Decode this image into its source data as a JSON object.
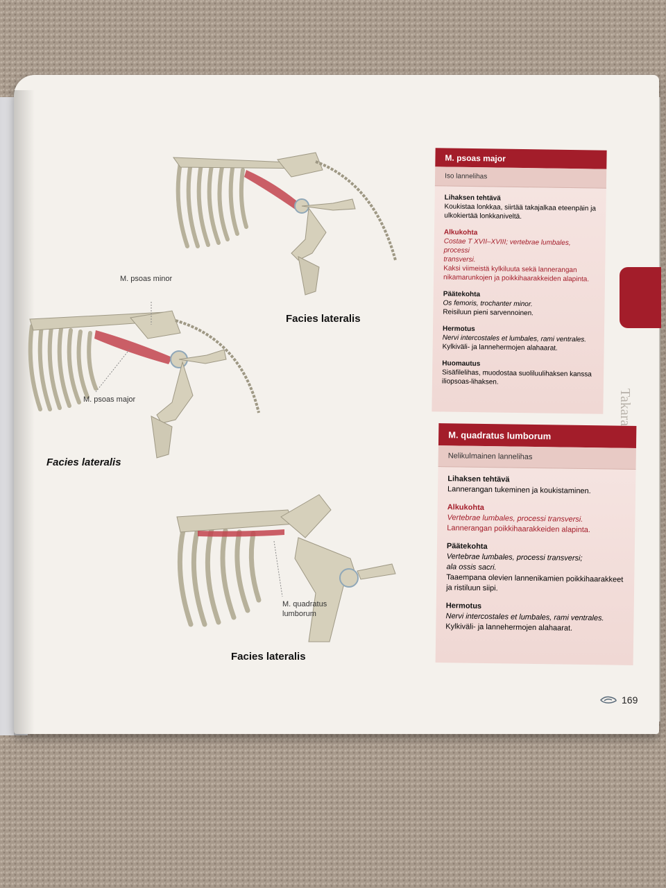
{
  "figures": [
    {
      "label": "Facies lateralis"
    },
    {
      "label": "Facies lateralis"
    },
    {
      "label": "Facies lateralis"
    }
  ],
  "muscle_labels": {
    "psoas_minor": "M. psoas minor",
    "psoas_major": "M. psoas major",
    "quadratus_line1": "M. quadratus",
    "quadratus_line2": "lumborum"
  },
  "panels": [
    {
      "title": "M. psoas major",
      "subtitle": "Iso lannelihas",
      "function_heading": "Lihaksen tehtävä",
      "function_text": "Koukistaa lonkkaa, siirtää takajalkaa eteenpäin ja ulkokiertää lonkkaniveltä.",
      "origin_heading": "Alkukohta",
      "origin_latin_1": "Costae T XVII–XVIII; vertebrae lumbales, processi",
      "origin_latin_2": "transversi.",
      "origin_text": "Kaksi viimeistä kylkiluuta sekä lannerangan nikamarunkojen ja poikkihaarakkeiden alapinta.",
      "insertion_heading": "Päätekohta",
      "insertion_latin": "Os femoris, trochanter minor.",
      "insertion_text": "Reisiluun pieni sarvennoinen.",
      "nerve_heading": "Hermotus",
      "nerve_latin": "Nervi intercostales et lumbales, rami ventrales.",
      "nerve_text": "Kylkiväli- ja lannehermojen alahaarat.",
      "note_heading": "Huomautus",
      "note_text": "Sisäfilelihas, muodostaa suoliluulihaksen kanssa iliopsoas-lihaksen."
    },
    {
      "title": "M. quadratus lumborum",
      "subtitle": "Nelikulmainen lannelihas",
      "function_heading": "Lihaksen tehtävä",
      "function_text": "Lannerangan tukeminen ja koukistaminen.",
      "origin_heading": "Alkukohta",
      "origin_latin": "Vertebrae lumbales, processi transversi.",
      "origin_text": "Lannerangan poikkihaarakkeiden alapinta.",
      "insertion_heading": "Päätekohta",
      "insertion_latin_1": "Vertebrae lumbales, processi transversi;",
      "insertion_latin_2": "ala ossis sacri.",
      "insertion_text": "Taaempana olevien lannenikamien poikkihaarakkeet ja ristiluun siipi.",
      "nerve_heading": "Hermotus",
      "nerve_latin": "Nervi intercostales et lumbales, rami ventrales.",
      "nerve_text": "Kylkiväli- ja lannehermojen alahaarat."
    }
  ],
  "section_title": "Takaraajan lihakset",
  "page_number": "169",
  "colors": {
    "accent": "#a31d2a",
    "panel_bg": "#f3dfdb",
    "bone": "#cfc9b4",
    "muscle": "#c2444f",
    "carpet": "#a89a8c"
  }
}
